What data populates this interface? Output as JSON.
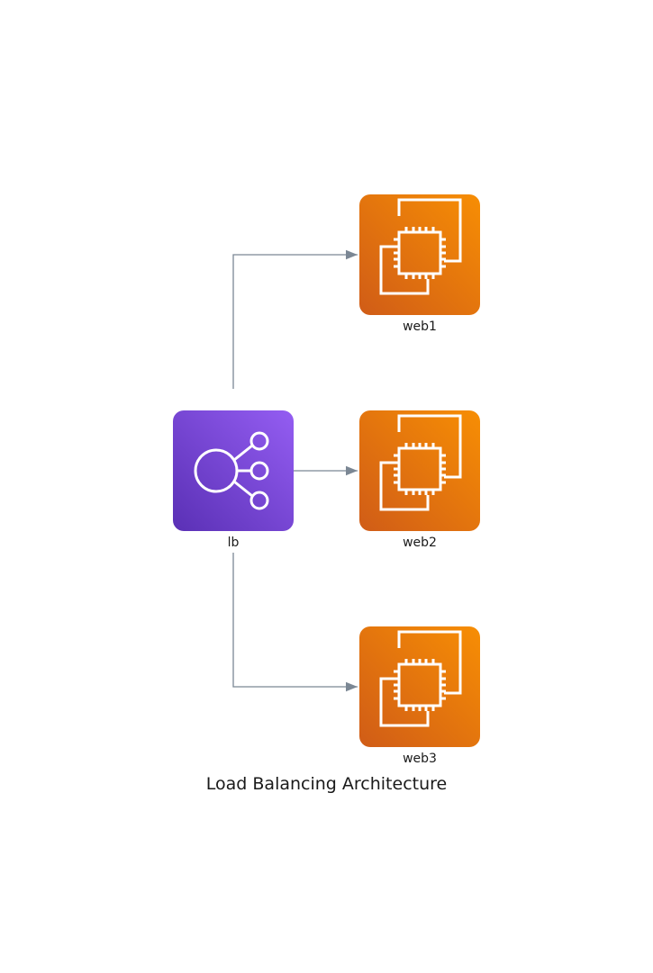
{
  "title": "Load Balancing Architecture",
  "nodes": {
    "lb": {
      "label": "lb",
      "icon": "elastic-load-balancing-icon",
      "color_start": "#945DF2",
      "color_end": "#5A30B5"
    },
    "web1": {
      "label": "web1",
      "icon": "ec2-instances-icon",
      "color_start": "#F78E04",
      "color_end": "#D05C17"
    },
    "web2": {
      "label": "web2",
      "icon": "ec2-instances-icon",
      "color_start": "#F78E04",
      "color_end": "#D05C17"
    },
    "web3": {
      "label": "web3",
      "icon": "ec2-instances-icon",
      "color_start": "#F78E04",
      "color_end": "#D05C17"
    }
  },
  "edges": [
    {
      "from": "lb",
      "to": "web1"
    },
    {
      "from": "lb",
      "to": "web2"
    },
    {
      "from": "lb",
      "to": "web3"
    }
  ],
  "edge_color": "#7B8794"
}
